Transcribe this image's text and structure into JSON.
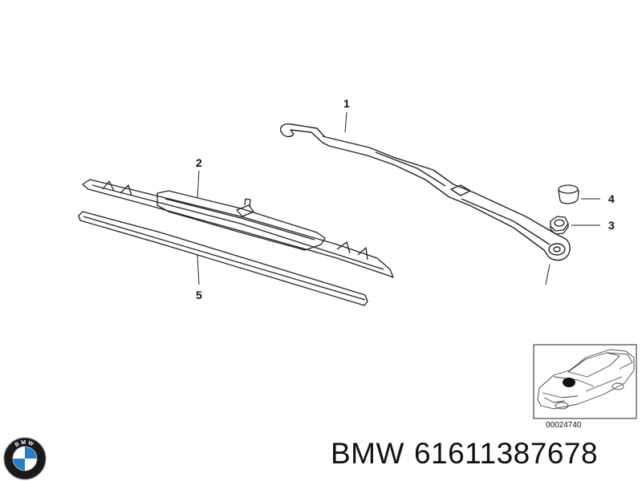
{
  "diagram": {
    "callouts": {
      "part_1": "1",
      "part_2": "2",
      "part_3": "3",
      "part_4": "4",
      "part_5": "5"
    },
    "reference_code": "00024740"
  },
  "caption": {
    "brand": "BMW",
    "part_number": "61611387678"
  },
  "logo": {
    "name": "bmw-roundel",
    "letters": "BMW",
    "colors": {
      "blue": "#2a7fc4",
      "ring": "#1a1a1a",
      "white": "#ffffff"
    }
  }
}
